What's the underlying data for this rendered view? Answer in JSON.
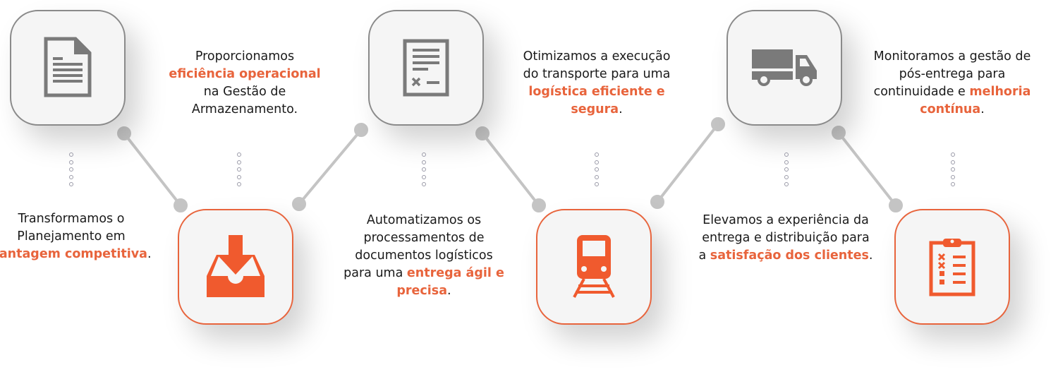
{
  "colors": {
    "accent": "#e8643c",
    "gray": "#7a7a7a"
  },
  "steps": [
    {
      "icon": "document-icon",
      "text": [
        {
          "t": "Transformamos o Planejamento em "
        },
        {
          "t": "vantagem competitiva",
          "hl": true
        },
        {
          "t": "."
        }
      ]
    },
    {
      "icon": "inbox-download-icon",
      "text": [
        {
          "t": "Proporcionamos "
        },
        {
          "t": "eficiência operacional",
          "hl": true
        },
        {
          "t": " na Gestão de Armazenamento."
        }
      ]
    },
    {
      "icon": "invoice-icon",
      "text": [
        {
          "t": "Automatizamos os processamentos de documentos logísticos para uma "
        },
        {
          "t": "entrega ágil e precisa",
          "hl": true
        },
        {
          "t": "."
        }
      ]
    },
    {
      "icon": "train-icon",
      "text": [
        {
          "t": "Otimizamos a execução do transporte para uma "
        },
        {
          "t": "logística eficiente e segura",
          "hl": true
        },
        {
          "t": "."
        }
      ]
    },
    {
      "icon": "truck-icon",
      "text": [
        {
          "t": "Elevamos a experiência da entrega e distribuição para a "
        },
        {
          "t": "satisfação dos clientes",
          "hl": true
        },
        {
          "t": "."
        }
      ]
    },
    {
      "icon": "clipboard-checklist-icon",
      "text": [
        {
          "t": "Monitoramos a gestão de pós-entrega para continuidade e "
        },
        {
          "t": "melhoria contínua",
          "hl": true
        },
        {
          "t": "."
        }
      ]
    }
  ]
}
